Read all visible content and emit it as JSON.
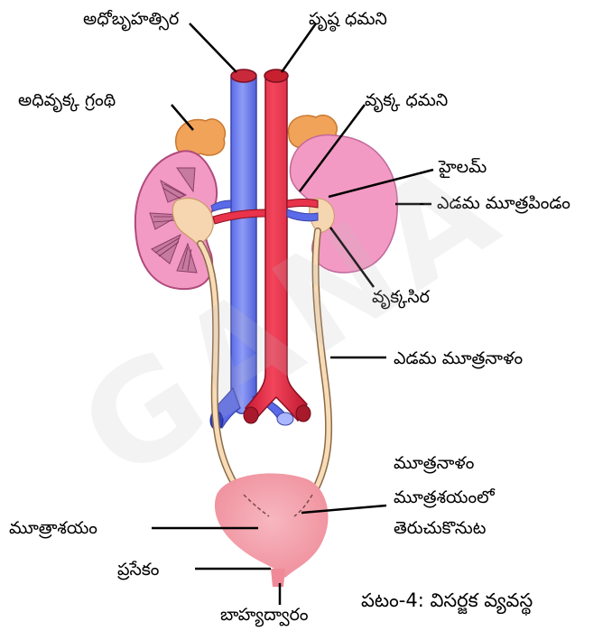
{
  "labels": {
    "ivc": "అధోబృహత్సిర",
    "aorta": "పృష్ఠ ధమని",
    "adrenal": "అధివృక్క గ్రంథి",
    "renal_artery": "వృక్క ధమని",
    "hilum": "హైలమ్",
    "left_kidney": "ఎడమ మూత్రపిండం",
    "renal_vein": "వృక్కసిర",
    "left_ureter": "ఎడమ మూత్రనాళం",
    "ureter_open_1": "మూత్రనాళం",
    "ureter_open_2": "మూత్రశయంలో",
    "ureter_open_3": "తెరుచుకొనుట",
    "bladder": "మూత్రాశయం",
    "prostate": "ప్రసేకం",
    "urethra_opening": "బాహ్యద్వారం"
  },
  "caption": "పటం-4: విసర్జక వ్యవస్థ",
  "watermark": "GANA",
  "colors": {
    "vein": "#6f7ff0",
    "artery": "#e8334a",
    "kidney": "#f39ac4",
    "adrenal": "#f2a35a",
    "ureter": "#f8dcb8",
    "bladder": "#f4a0aa"
  }
}
